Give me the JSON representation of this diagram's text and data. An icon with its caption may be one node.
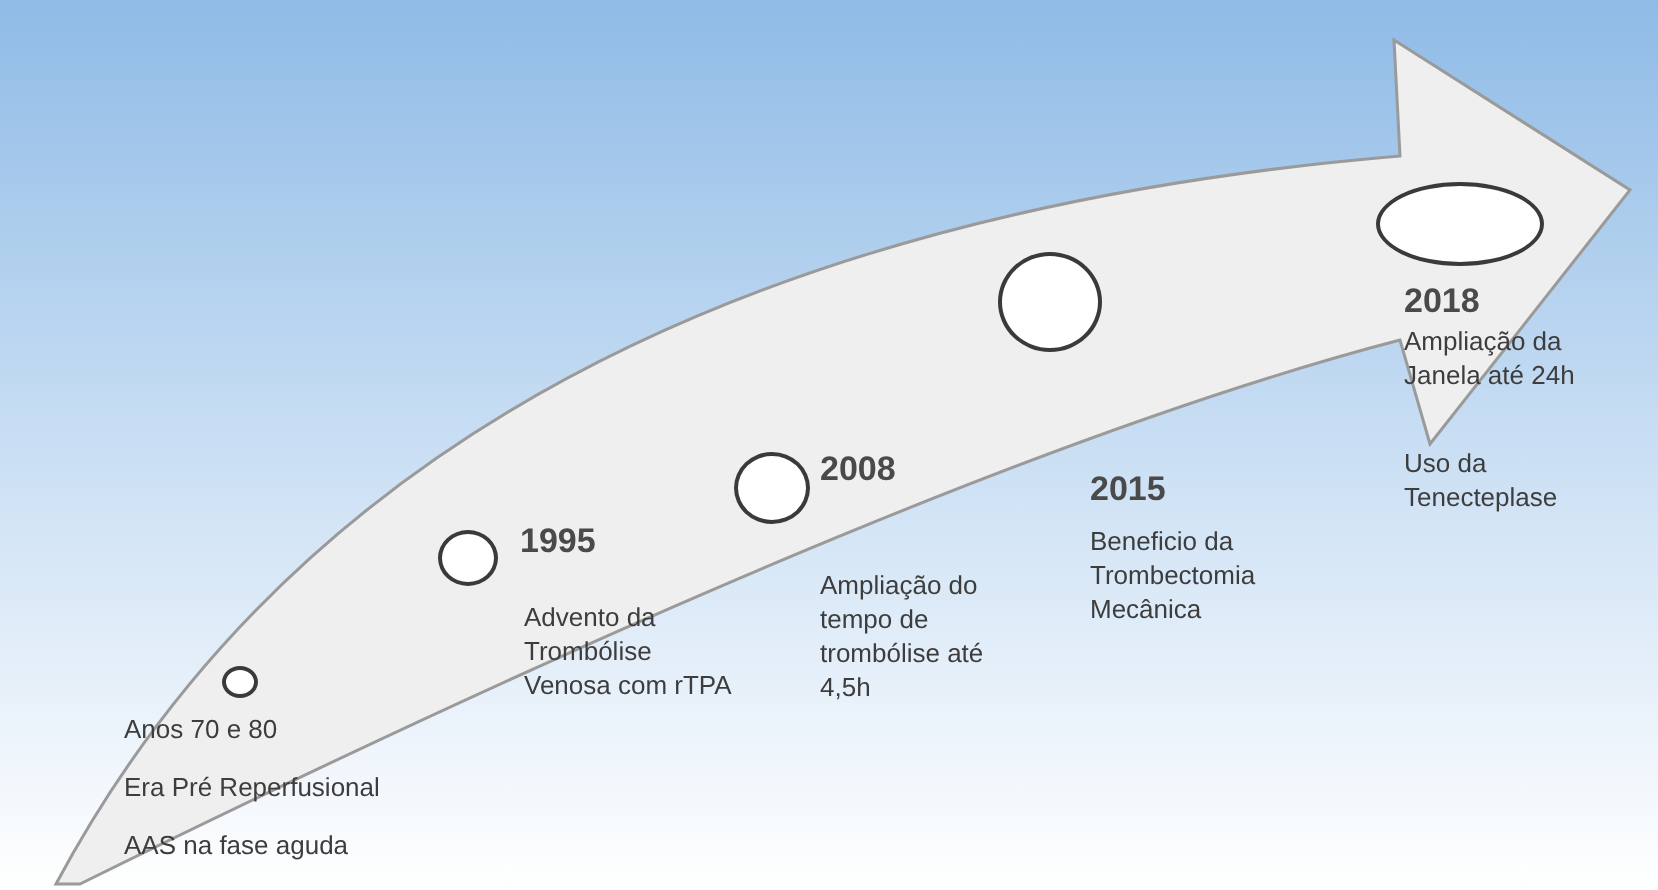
{
  "diagram": {
    "nodes": [
      {
        "text": [],
        "shape": "arrow"
      },
      {
        "text": [],
        "shape": "circle",
        "in": 0,
        "beside": [
          "Anos 70 e 80",
          "Era Pré Reperfusional",
          "AAS na fase aguda"
        ]
      },
      {
        "text": [],
        "shape": "circle",
        "in": 0,
        "beside": [
          "1995",
          "Advento da Trombólise Venosa com rTPA"
        ]
      },
      {
        "text": [],
        "shape": "circle",
        "in": 0,
        "beside": [
          "2008",
          "Ampliação do tempo de trombólise até 4,5h"
        ]
      },
      {
        "text": [],
        "shape": "circle",
        "in": 0,
        "beside": [
          "2015",
          "Beneficio da Trombectomia Mecânica"
        ]
      },
      {
        "text": [],
        "shape": "circle",
        "in": 0,
        "beside": [
          "2018",
          "Ampliação da Janela até 24h",
          "Uso da Tenecteplase"
        ]
      }
    ]
  }
}
